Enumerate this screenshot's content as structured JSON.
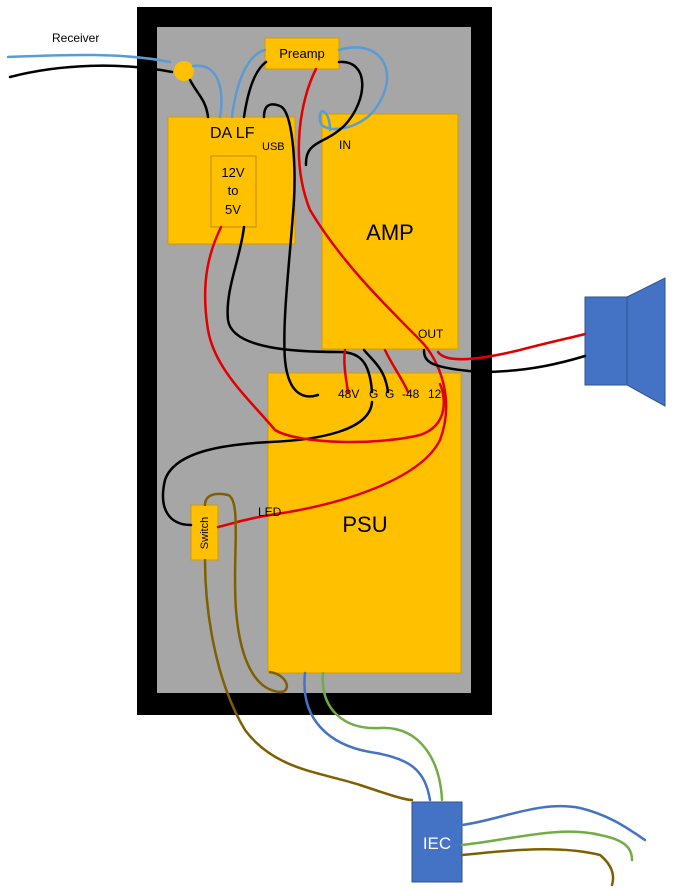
{
  "labels": {
    "receiver": "Receiver",
    "preamp": "Preamp",
    "da_lf": "DA LF",
    "usb": "USB",
    "in": "IN",
    "conv_line1": "12V",
    "conv_line2": "to",
    "conv_line3": "5V",
    "amp": "AMP",
    "out": "OUT",
    "v48": "48V",
    "g1": "G",
    "g2": "G",
    "neg48": "-48",
    "v12": "12",
    "psu": "PSU",
    "led": "LED",
    "switch": "Switch",
    "iec": "IEC"
  },
  "colors": {
    "enclosure": "#000000",
    "panel": "#a6a6a6",
    "module": "#ffc000",
    "module_border": "#d39b00",
    "speaker": "#4472c4",
    "iec": "#4472c4",
    "wire_red": "#e00000",
    "wire_black": "#000000",
    "wire_signal_blue": "#5b9bd5",
    "wire_mains_blue": "#4472c4",
    "wire_green": "#70ad47",
    "wire_brown": "#7f6000"
  }
}
